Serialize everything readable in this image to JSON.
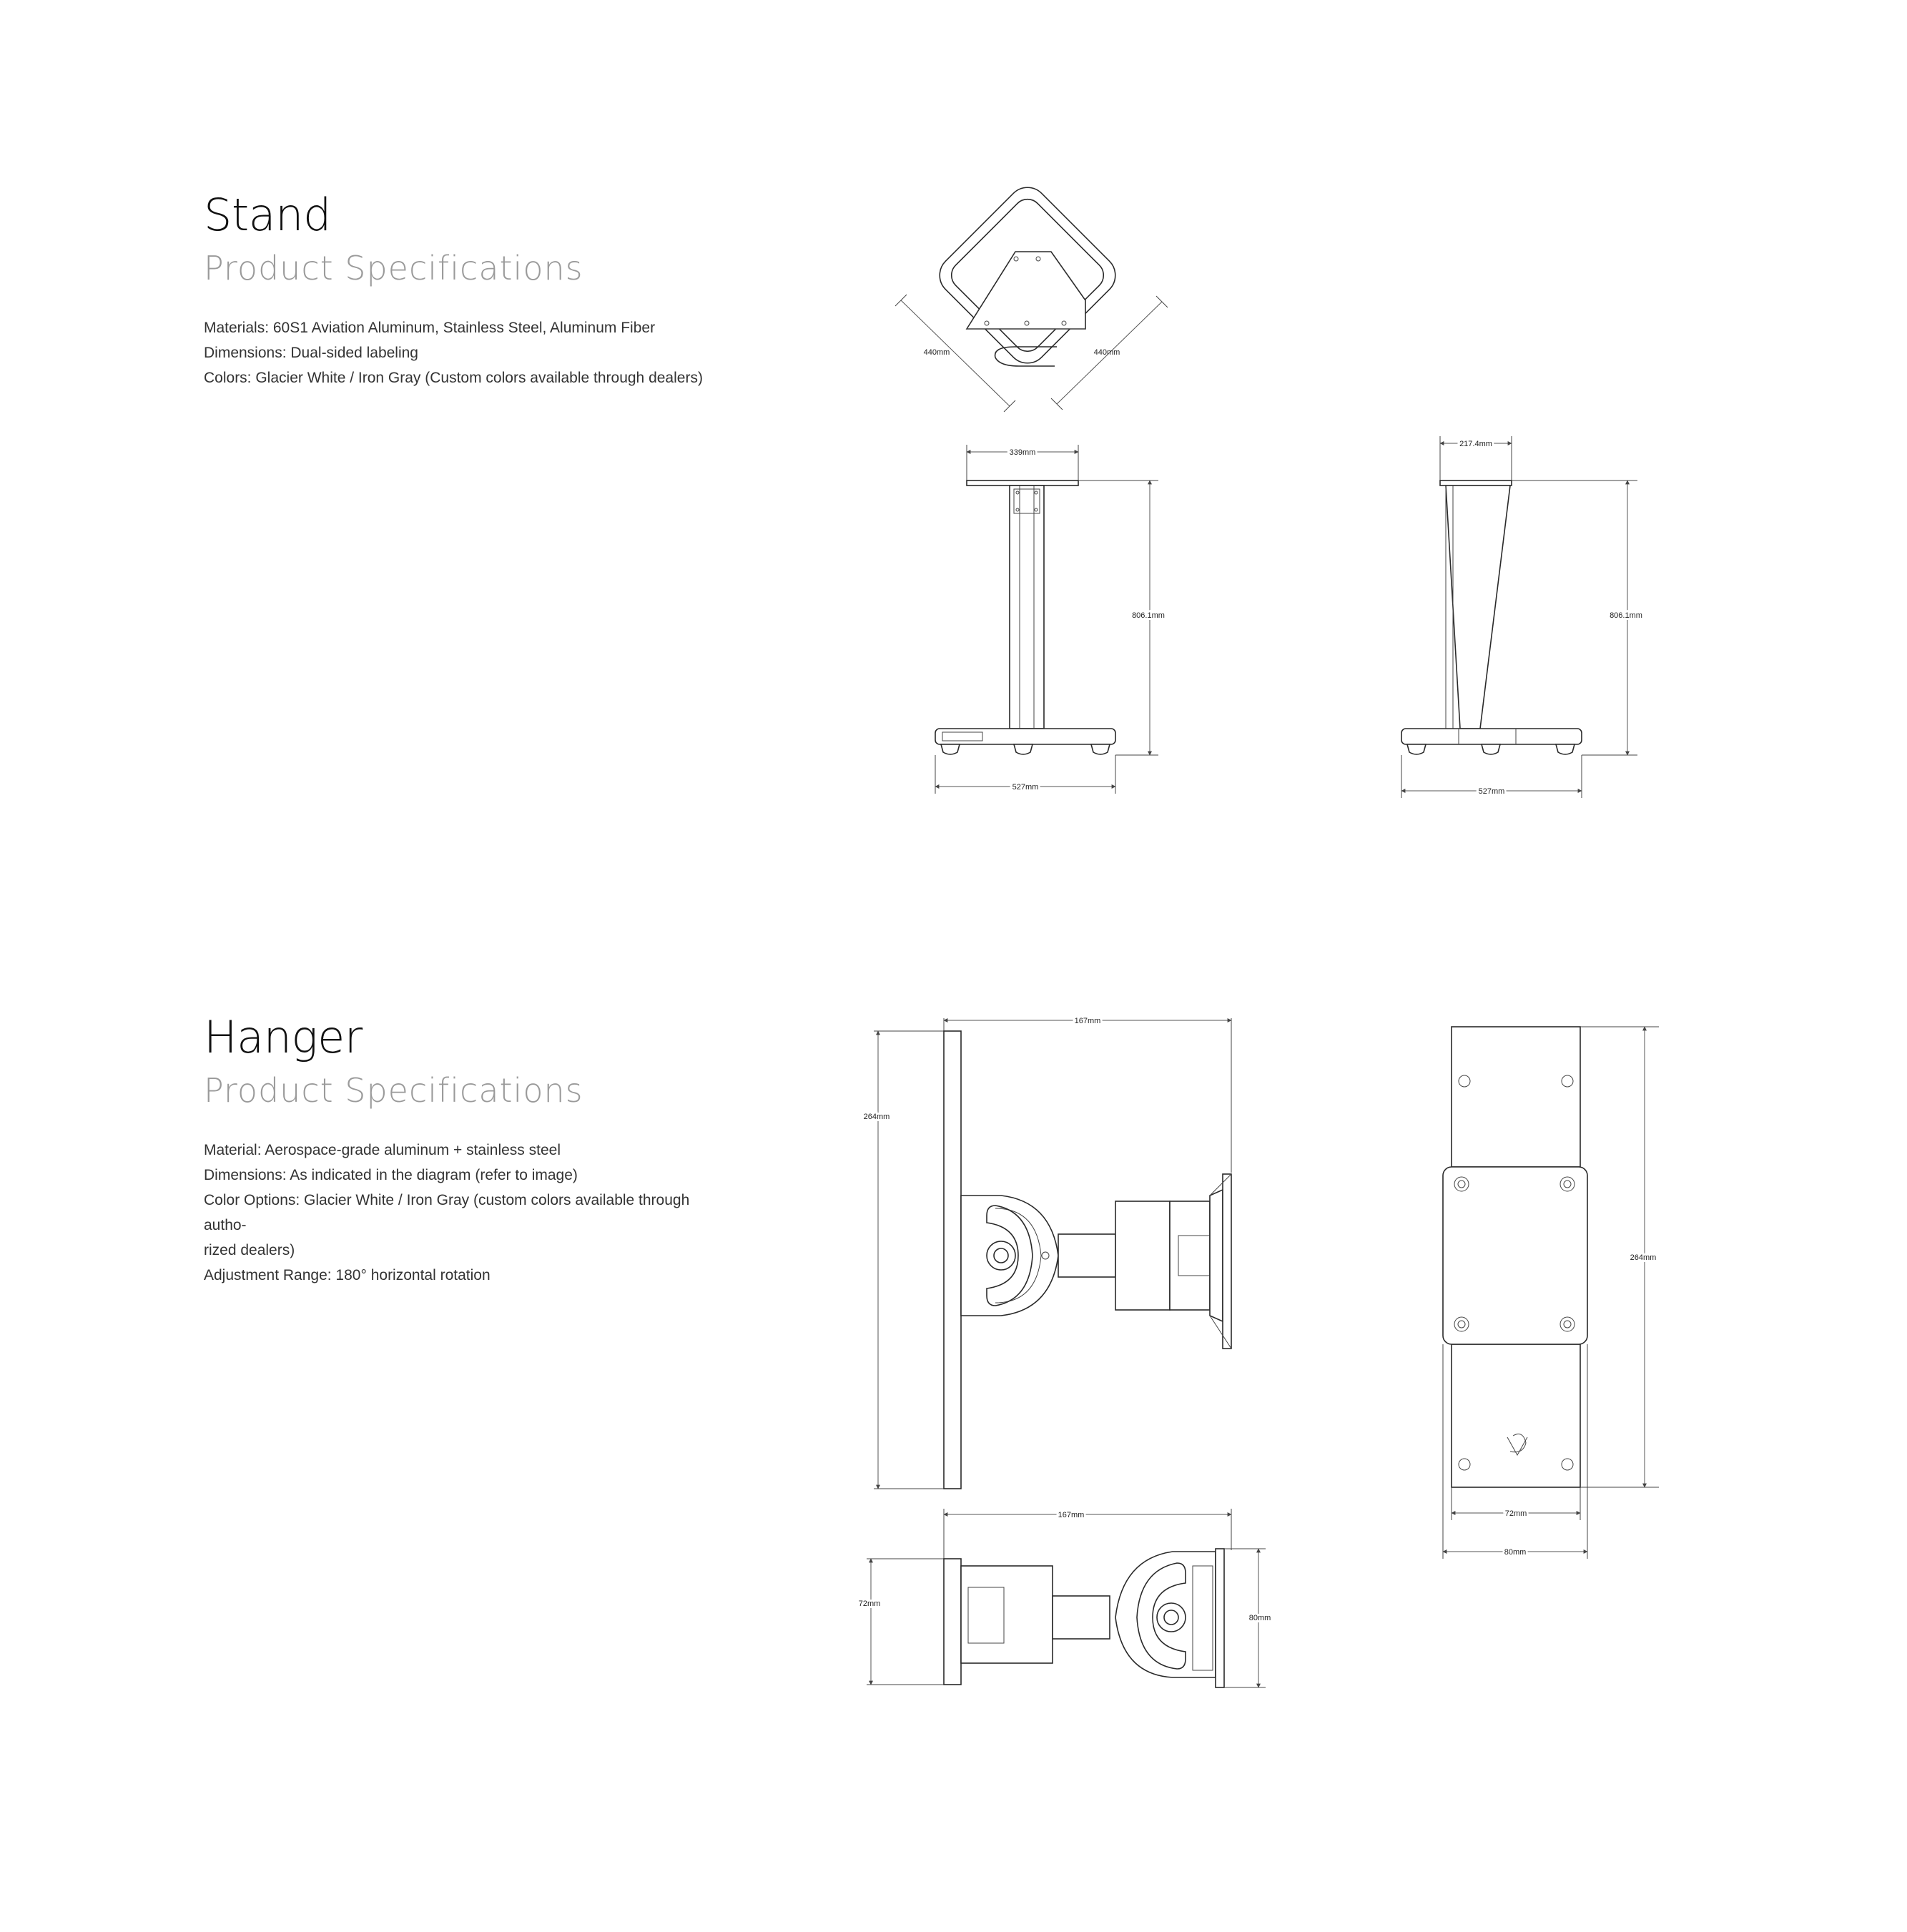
{
  "stand": {
    "title": "Stand",
    "subtitle": "Product Specifications",
    "specs": [
      "Materials: 60S1 Aviation Aluminum, Stainless Steel, Aluminum Fiber",
      "Dimensions: Dual-sided labeling",
      "Colors: Glacier White / Iron Gray (Custom colors available through dealers)"
    ],
    "dimensions": {
      "top_left": "440mm",
      "top_right": "440mm",
      "front_top": "339mm",
      "front_height": "806.1mm",
      "front_base": "527mm",
      "side_top": "217.4mm",
      "side_height": "806.1mm",
      "side_base": "527mm"
    }
  },
  "hanger": {
    "title": "Hanger",
    "subtitle": "Product Specifications",
    "specs": [
      "Material: Aerospace-grade aluminum + stainless steel",
      "Dimensions: As indicated in the diagram (refer to image)",
      "Color Options: Glacier White / Iron Gray (custom colors available through autho-",
      "rized dealers)",
      "Adjustment Range: 180° horizontal rotation"
    ],
    "dimensions": {
      "side_width": "167mm",
      "side_height": "264mm",
      "top_width": "167mm",
      "top_depth": "72mm",
      "top_plate": "80mm",
      "back_height": "264mm",
      "back_inner": "72mm",
      "back_outer": "80mm"
    }
  }
}
